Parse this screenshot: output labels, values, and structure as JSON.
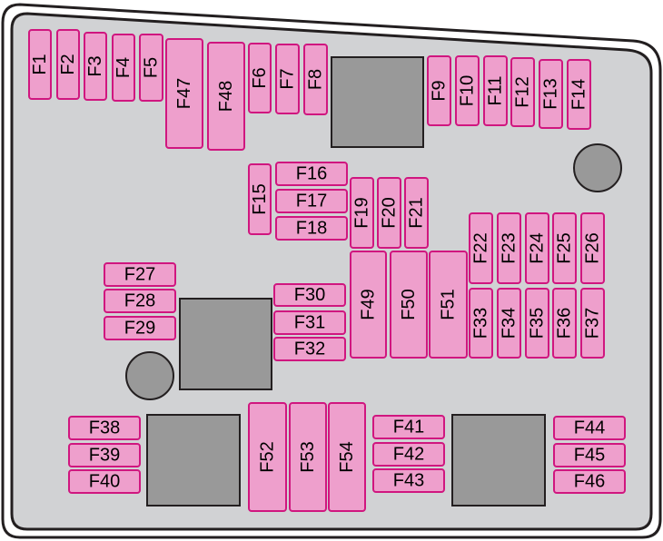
{
  "diagram": {
    "colors": {
      "housing_fill": "#d1d2d4",
      "housing_stroke": "#231f20",
      "fuse_fill": "#ee9fcc",
      "fuse_stroke": "#d0167f",
      "block_fill": "#999999"
    },
    "fuses": [
      "F1",
      "F2",
      "F3",
      "F4",
      "F5",
      "F6",
      "F7",
      "F8",
      "F9",
      "F10",
      "F11",
      "F12",
      "F13",
      "F14",
      "F15",
      "F16",
      "F17",
      "F18",
      "F19",
      "F20",
      "F21",
      "F22",
      "F23",
      "F24",
      "F25",
      "F26",
      "F27",
      "F28",
      "F29",
      "F30",
      "F31",
      "F32",
      "F33",
      "F34",
      "F35",
      "F36",
      "F37",
      "F38",
      "F39",
      "F40",
      "F41",
      "F42",
      "F43",
      "F44",
      "F45",
      "F46",
      "F47",
      "F48",
      "F49",
      "F50",
      "F51",
      "F52",
      "F53",
      "F54"
    ]
  }
}
